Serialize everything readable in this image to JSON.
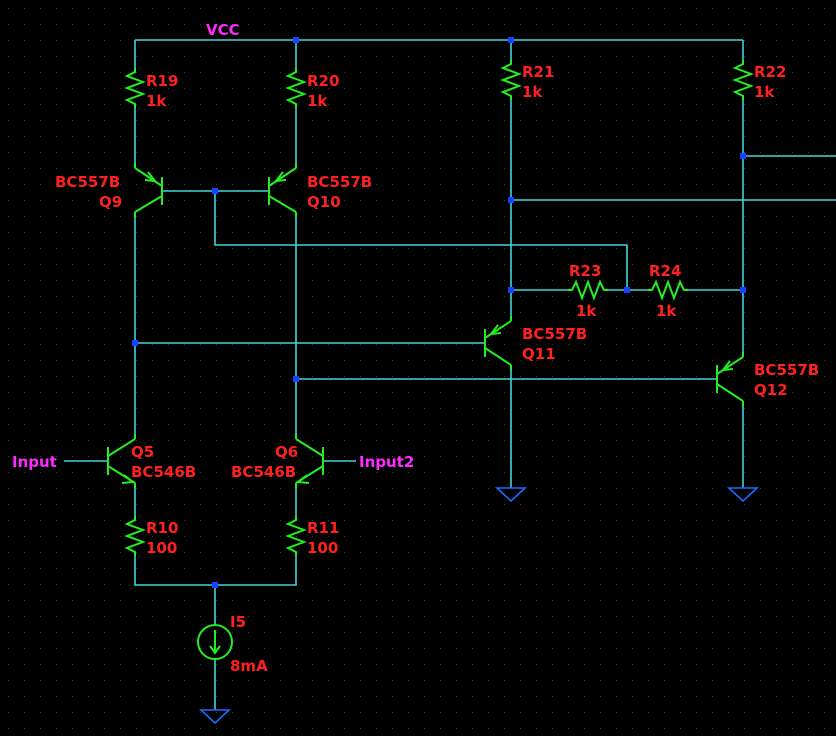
{
  "net_labels": {
    "vcc": "VCC",
    "input": "Input",
    "input2": "Input2"
  },
  "components": {
    "R19": {
      "name": "R19",
      "value": "1k"
    },
    "R20": {
      "name": "R20",
      "value": "1k"
    },
    "R21": {
      "name": "R21",
      "value": "1k"
    },
    "R22": {
      "name": "R22",
      "value": "1k"
    },
    "R23": {
      "name": "R23",
      "value": "1k"
    },
    "R24": {
      "name": "R24",
      "value": "1k"
    },
    "R10": {
      "name": "R10",
      "value": "100"
    },
    "R11": {
      "name": "R11",
      "value": "100"
    },
    "Q9": {
      "name": "Q9",
      "model": "BC557B"
    },
    "Q10": {
      "name": "Q10",
      "model": "BC557B"
    },
    "Q11": {
      "name": "Q11",
      "model": "BC557B"
    },
    "Q12": {
      "name": "Q12",
      "model": "BC557B"
    },
    "Q5": {
      "name": "Q5",
      "model": "BC546B"
    },
    "Q6": {
      "name": "Q6",
      "model": "BC546B"
    },
    "I5": {
      "name": "I5",
      "value": "8mA"
    }
  },
  "colors": {
    "background": "#000000",
    "wire": "#3fd6d6",
    "component": "#22ee22",
    "junction": "#1a3fff",
    "ground": "#1a6bff",
    "component_label": "#ff2020",
    "net_label": "#ff2aff"
  }
}
